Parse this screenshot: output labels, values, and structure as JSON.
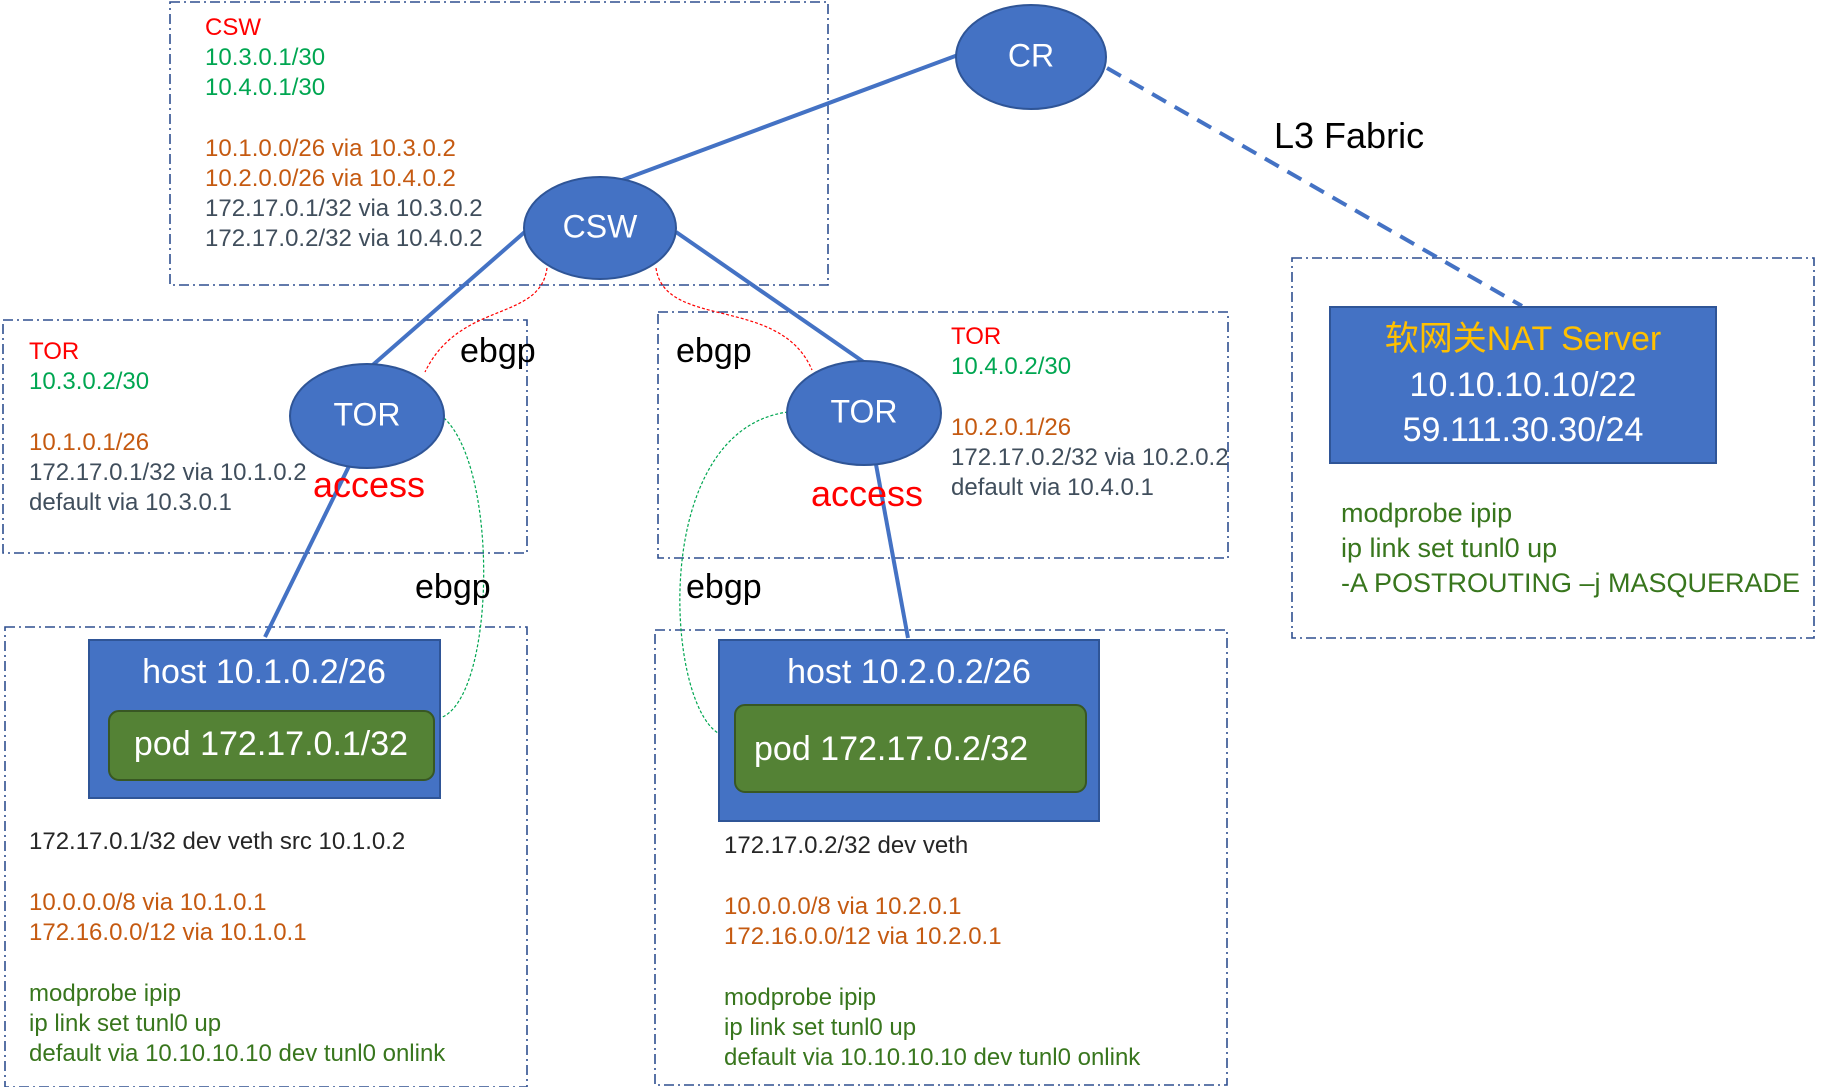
{
  "colors": {
    "red": "#ff0000",
    "green": "#00a651",
    "orange": "#c55a11",
    "gray": "#404e5c",
    "dark_green": "#38761d",
    "node_blue": "#4472c4",
    "pod_green": "#548235",
    "gold": "#ffc000"
  },
  "nodes": {
    "cr": "CR",
    "csw": "CSW",
    "tor_left": "TOR",
    "tor_right": "TOR"
  },
  "labels": {
    "l3_fabric": "L3 Fabric",
    "ebgp_csw_left": "ebgp",
    "ebgp_csw_right": "ebgp",
    "ebgp_host_left": "ebgp",
    "ebgp_host_right": "ebgp",
    "access_left": "access",
    "access_right": "access"
  },
  "csw_info": {
    "title": "CSW",
    "ip1": "10.3.0.1/30",
    "ip2": "10.4.0.1/30",
    "route1": "10.1.0.0/26 via 10.3.0.2",
    "route2": "10.2.0.0/26 via 10.4.0.2",
    "route3": "172.17.0.1/32 via 10.3.0.2",
    "route4": "172.17.0.2/32 via 10.4.0.2"
  },
  "tor_left_info": {
    "title": "TOR",
    "ip": "10.3.0.2/30",
    "subnet": "10.1.0.1/26",
    "route": "172.17.0.1/32 via 10.1.0.2",
    "default": "default via 10.3.0.1"
  },
  "tor_right_info": {
    "title": "TOR",
    "ip": "10.4.0.2/30",
    "subnet": "10.2.0.1/26",
    "route": "172.17.0.2/32 via 10.2.0.2",
    "default": "default via 10.4.0.1"
  },
  "host_left": {
    "host": "host 10.1.0.2/26",
    "pod": "pod 172.17.0.1/32",
    "dev": "172.17.0.1/32 dev veth src 10.1.0.2",
    "route1": "10.0.0.0/8 via 10.1.0.1",
    "route2": "172.16.0.0/12 via 10.1.0.1",
    "cmd1": "modprobe ipip",
    "cmd2": "ip link set tunl0 up",
    "cmd3": "default via 10.10.10.10 dev tunl0 onlink"
  },
  "host_right": {
    "host": "host 10.2.0.2/26",
    "pod": "pod 172.17.0.2/32",
    "dev": "172.17.0.2/32 dev  veth",
    "route1": "10.0.0.0/8 via 10.2.0.1",
    "route2": "172.16.0.0/12 via 10.2.0.1",
    "cmd1": "modprobe ipip",
    "cmd2": "ip link set tunl0 up",
    "cmd3": "default via 10.10.10.10 dev tunl0 onlink"
  },
  "nat": {
    "title": "软网关NAT Server",
    "ip1": "10.10.10.10/22",
    "ip2": "59.111.30.30/24",
    "cmd1": "modprobe ipip",
    "cmd2": "ip link set tunl0 up",
    "cmd3": "-A POSTROUTING –j MASQUERADE"
  }
}
